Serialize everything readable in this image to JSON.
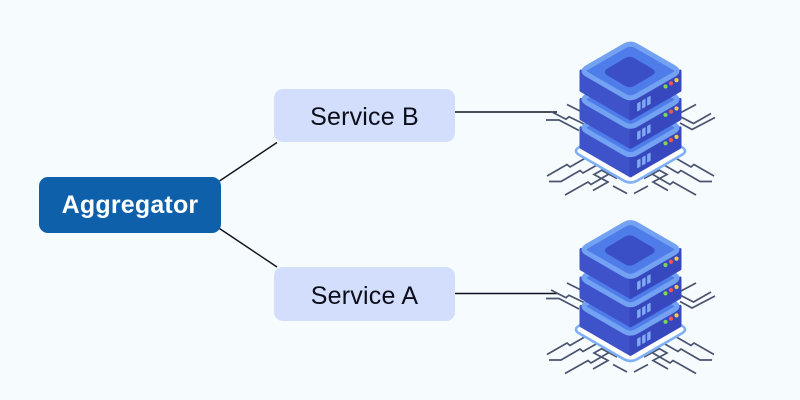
{
  "diagram": {
    "title": "aggregator-services-diagram",
    "nodes": {
      "aggregator": {
        "label": "Aggregator",
        "shape": "rounded-rectangle"
      },
      "service_b": {
        "label": "Service B",
        "shape": "rounded-rectangle"
      },
      "service_a": {
        "label": "Service A",
        "shape": "rounded-rectangle"
      }
    },
    "icons": {
      "server_top": "isometric-server-stack-icon",
      "server_bottom": "isometric-server-stack-icon"
    },
    "edges": [
      {
        "from": "aggregator",
        "to": "service_b"
      },
      {
        "from": "aggregator",
        "to": "service_a"
      },
      {
        "from": "service_b",
        "to": "server_top"
      },
      {
        "from": "service_a",
        "to": "server_bottom"
      }
    ]
  },
  "colors": {
    "bg": "#F6FBFE",
    "aggregator-fill": "#0E60AB",
    "aggregator-text": "#FFFFFF",
    "service-fill": "#D2DEFB",
    "service-text": "#0B0E1A",
    "edge-line": "#10131F",
    "server-top-face": "#4E7CE9",
    "server-rim": "#74A2F3",
    "server-left-face": "#3E52C9",
    "server-right-face": "#3748BF",
    "server-inner-panel": "#3A4EC6",
    "server-vent": "#7FAAF3",
    "led-green": "#7CD755",
    "led-red": "#F2594E",
    "led-yellow": "#F6C94A",
    "platform-fill": "#FFFFFF",
    "platform-stroke": "#7FB0F5",
    "trace": "#49536E"
  }
}
